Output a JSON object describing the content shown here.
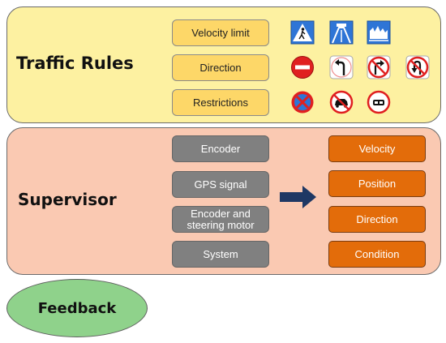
{
  "traffic_rules": {
    "title": "Traffic Rules",
    "items": [
      {
        "label": "Velocity limit"
      },
      {
        "label": "Direction"
      },
      {
        "label": "Restrictions"
      }
    ],
    "sign_icons": [
      [
        "pedestrian-crossing-sign-icon",
        "highway-sign-icon",
        "end-of-highway-sign-icon"
      ],
      [
        "no-entry-sign-icon",
        "turn-left-sign-icon",
        "no-right-turn-sign-icon",
        "no-u-turn-sign-icon"
      ],
      [
        "no-stopping-sign-icon",
        "no-overtaking-sign-icon",
        "no-parking-sign-icon"
      ]
    ]
  },
  "supervisor": {
    "title": "Supervisor",
    "inputs": [
      {
        "label": "Encoder"
      },
      {
        "label": "GPS signal"
      },
      {
        "label": "Encoder and steering motor"
      },
      {
        "label": "System"
      }
    ],
    "outputs": [
      {
        "label": "Velocity"
      },
      {
        "label": "Position"
      },
      {
        "label": "Direction"
      },
      {
        "label": "Condition"
      }
    ]
  },
  "feedback": {
    "label": "Feedback"
  },
  "colors": {
    "traffic_panel": "#fdf1a1",
    "supervisor_panel": "#fac9b2",
    "rule_box": "#fdd768",
    "input_box": "#808080",
    "output_box": "#e36c0a",
    "feedback": "#8fd28b",
    "arrow": "#1f3864",
    "sign_blue": "#2e75d6",
    "sign_red": "#e02020"
  }
}
